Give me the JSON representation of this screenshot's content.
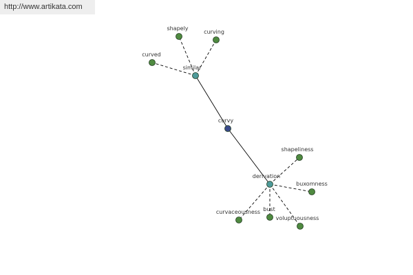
{
  "header": {
    "url": "http://www.artikata.com"
  },
  "colors": {
    "center": "#3a4a8a",
    "hub": "#4e9a9a",
    "leaf": "#4f8a40",
    "edge": "#000000",
    "node_stroke": "#1f3a1f"
  },
  "graph": {
    "nodes": [
      {
        "id": "curvy",
        "label": "curvy",
        "kind": "center"
      },
      {
        "id": "similar",
        "label": "similar",
        "kind": "hub"
      },
      {
        "id": "derivation",
        "label": "derivation",
        "kind": "hub"
      },
      {
        "id": "shapely",
        "label": "shapely",
        "kind": "leaf"
      },
      {
        "id": "curving",
        "label": "curving",
        "kind": "leaf"
      },
      {
        "id": "curved",
        "label": "curved",
        "kind": "leaf"
      },
      {
        "id": "shapeliness",
        "label": "shapeliness",
        "kind": "leaf"
      },
      {
        "id": "buxomness",
        "label": "buxomness",
        "kind": "leaf"
      },
      {
        "id": "curvaceousness",
        "label": "curvaceousness",
        "kind": "leaf"
      },
      {
        "id": "bust",
        "label": "bust",
        "kind": "leaf"
      },
      {
        "id": "voluptuousness",
        "label": "voluptuousness",
        "kind": "leaf"
      }
    ],
    "edges": [
      {
        "from": "curvy",
        "to": "similar",
        "style": "solid"
      },
      {
        "from": "curvy",
        "to": "derivation",
        "style": "solid"
      },
      {
        "from": "similar",
        "to": "shapely",
        "style": "dashed"
      },
      {
        "from": "similar",
        "to": "curving",
        "style": "dashed"
      },
      {
        "from": "similar",
        "to": "curved",
        "style": "dashed"
      },
      {
        "from": "derivation",
        "to": "shapeliness",
        "style": "dashed"
      },
      {
        "from": "derivation",
        "to": "buxomness",
        "style": "dashed"
      },
      {
        "from": "derivation",
        "to": "curvaceousness",
        "style": "dashed"
      },
      {
        "from": "derivation",
        "to": "bust",
        "style": "dashed"
      },
      {
        "from": "derivation",
        "to": "voluptuousness",
        "style": "dashed"
      }
    ]
  }
}
